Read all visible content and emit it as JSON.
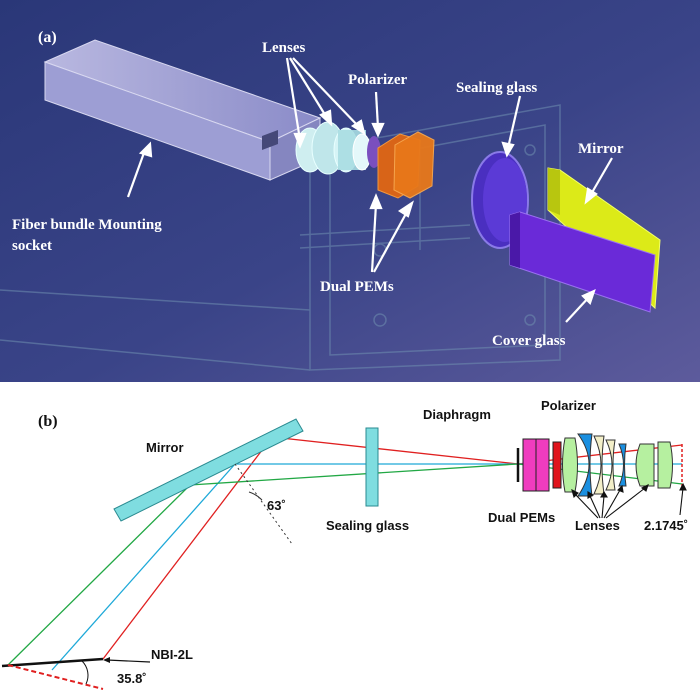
{
  "panel_a": {
    "panel_label": "(a)",
    "labels": {
      "lenses": "Lenses",
      "polarizer": "Polarizer",
      "sealing_glass": "Sealing glass",
      "mirror": "Mirror",
      "fiber_socket_line1": "Fiber bundle Mounting",
      "fiber_socket_line2": "socket",
      "dual_pems": "Dual PEMs",
      "cover_glass": "Cover glass"
    }
  },
  "panel_b": {
    "panel_label": "(b)",
    "labels": {
      "mirror": "Mirror",
      "diaphragm": "Diaphragm",
      "polarizer": "Polarizer",
      "sealing_glass": "Sealing glass",
      "dual_pems": "Dual PEMs",
      "lenses": "Lenses",
      "angle_63": "63˚",
      "angle_2_1745": "2.1745˚",
      "nbi_2l": "NBI-2L",
      "angle_35_8": "35.8˚"
    }
  },
  "colors": {
    "background_a_top": "#2d3a7a",
    "background_a_bottom": "#5b5a98",
    "optical_cyan": "#7fdde0",
    "ray_red": "#e02020",
    "ray_green": "#22a845",
    "ray_blue": "#1ea9d8",
    "pem_magenta": "#ef3cbf",
    "polarizer_red": "#e0141c",
    "lens_green": "#b6f0a0",
    "lens_blue": "#1a8fe0",
    "lens_cream": "#f3efc8",
    "mirror_yellow": "#e8f41a",
    "cover_purple": "#6a2ad8",
    "pem_orange": "#e8741a"
  }
}
